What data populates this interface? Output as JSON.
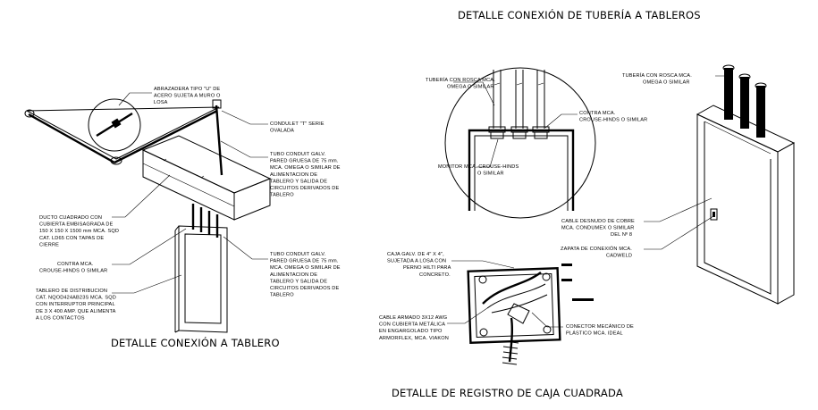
{
  "titles": {
    "conexion_tablero": "DETALLE CONEXIÓN A TABLERO",
    "tuberia_tableros": "DETALLE CONEXIÓN DE TUBERÍA A TABLEROS",
    "registro_caja": "DETALLE DE REGISTRO DE CAJA CUADRADA"
  },
  "notes_left": {
    "abrazadera": [
      "ABRAZADERA TIPO \"U\" DE",
      "ACERO SUJETA A MURO O",
      "LOSA"
    ],
    "condulet": [
      "CONDULET \"T\" SERIE",
      "OVALADA"
    ],
    "tubo_conduit_top": [
      "TUBO CONDUIT GALV.",
      "PARED GRUESA DE 75 mm.",
      "MCA. OMEGA O SIMILAR DE",
      "ALIMENTACION DE",
      "TABLERO Y SALIDA DE",
      "CIRCUITOS DERIVADOS DE",
      "TABLERO"
    ],
    "ducto": [
      "DUCTO CUADRADO CON",
      "CUBIERTA EMBISAGRADA DE",
      "150 X 150 X 1500 mm MCA. SQD",
      "CAT. LD65 CON TAPAS DE",
      "CIERRE"
    ],
    "contra": [
      "CONTRA MCA.",
      "CROUSE-HINDS O SIMILAR"
    ],
    "tablero": [
      "TABLERO DE DISTRIBUCION",
      "CAT. NQOD424AB23S MCA. SQD",
      "CON INTERRUPTOR PRINCIPAL",
      "DE 3 X 400 AMP. QUE ALIMENTA",
      "A LOS CONTACTOS"
    ],
    "tubo_conduit_bottom": [
      "TUBO CONDUIT GALV.",
      "PARED GRUESA DE 75 mm.",
      "MCA. OMEGA O SIMILAR DE",
      "ALIMENTACION DE",
      "TABLERO Y SALIDA DE",
      "CIRCUITOS DERIVADOS DE",
      "TABLERO"
    ]
  },
  "notes_center": {
    "tuberia_rosca": [
      "TUBERÍA CON ROSCA MCA.",
      "OMEGA O SIMILAR"
    ],
    "contra": [
      "CONTRA MCA.",
      "CROUSE-HINDS O SIMILAR"
    ],
    "monitor": [
      "MONITOR MCA. CROUSE-HINDS",
      "O SIMILAR"
    ],
    "caja_galv": [
      "CAJA GALV. DE 4\" X 4\",",
      "SUJETADA A LOSA CON",
      "PERNO HILTI PARA",
      "CONCRETO."
    ],
    "cable_armado": [
      "CABLE ARMADO 3X12 AWG",
      "CON CUBIERTA METÁLICA",
      "EN ENGARGOLADO TIPO",
      "ARMORFLEX, MCA. VIAKON"
    ],
    "conector": [
      "CONECTOR MECÁNICO DE",
      "PLÁSTICO MCA. IDEAL"
    ]
  },
  "notes_right": {
    "tuberia_rosca": [
      "TUBERÍA CON ROSCA MCA.",
      "OMEGA O SIMILAR"
    ],
    "cable_desnudo": [
      "CABLE DESNUDO DE COBRE",
      "MCA. CONDUMEX O SIMILAR",
      "DEL Nº 8"
    ],
    "zapata": [
      "ZAPATA DE CONEXIÓN MCA.",
      "CADWELD"
    ]
  }
}
